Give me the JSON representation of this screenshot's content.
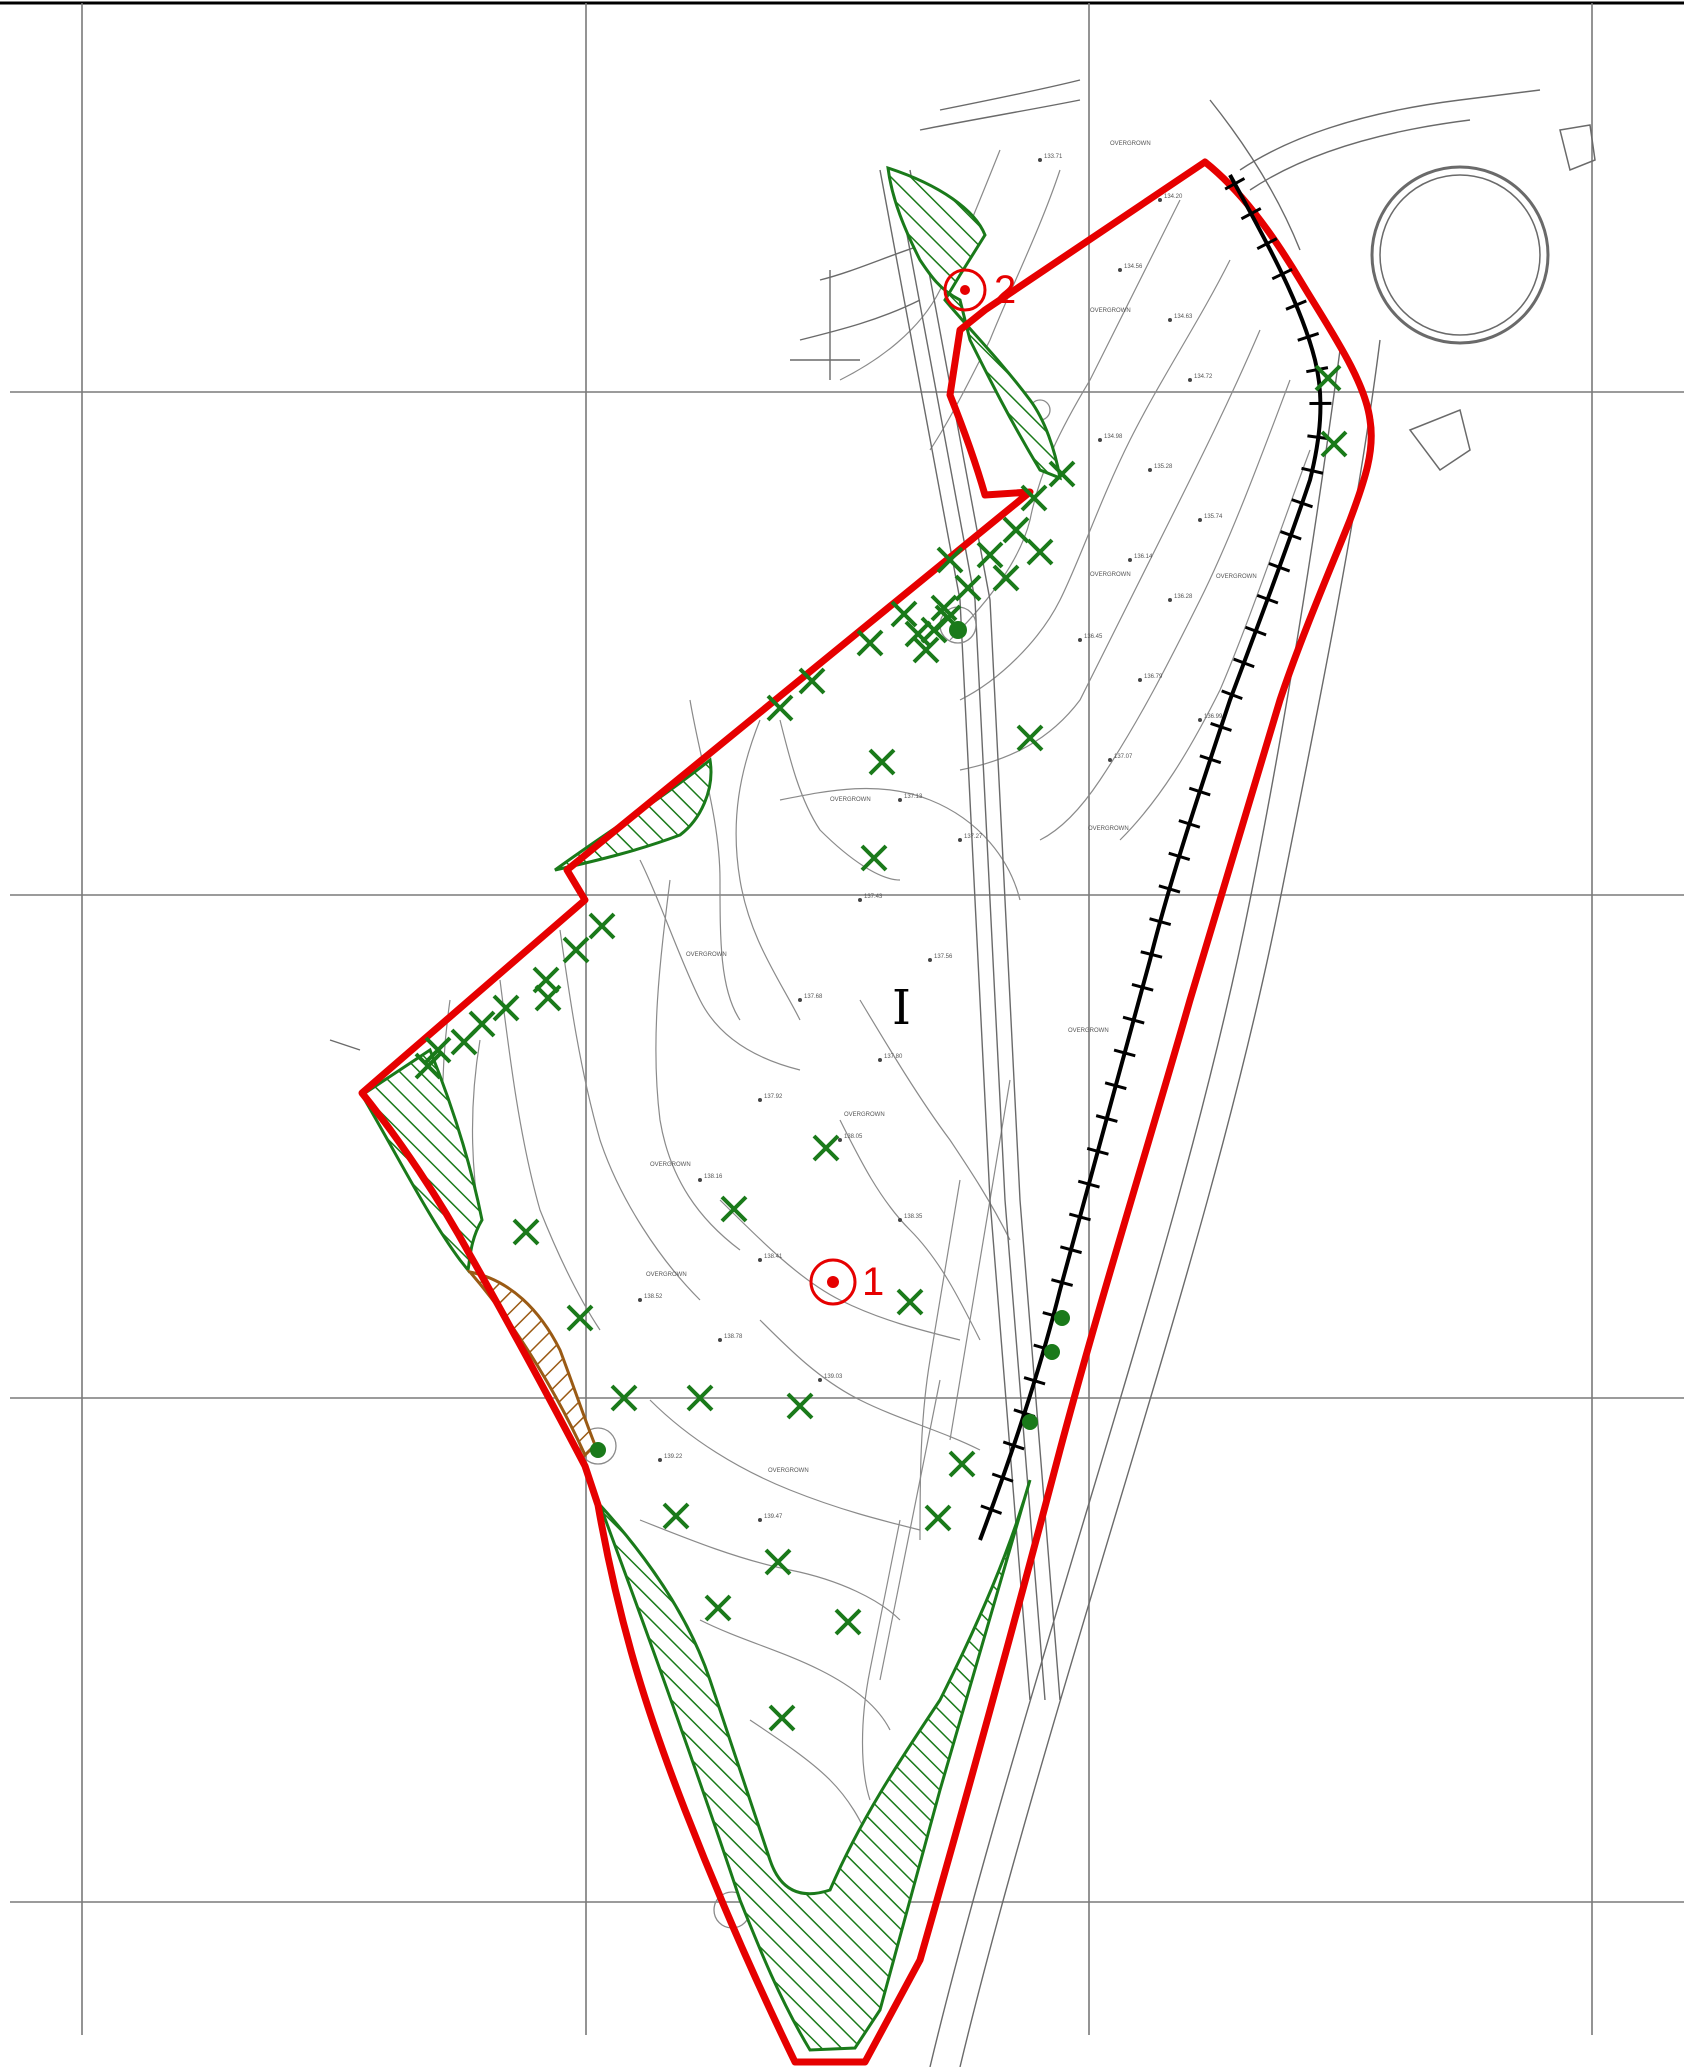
{
  "map": {
    "zone_label": "I",
    "overgrown_label": "OVERGROWN",
    "markers": [
      {
        "id": "marker-1",
        "label": "1"
      },
      {
        "id": "marker-2",
        "label": "2"
      }
    ],
    "colors": {
      "boundary": "#e60000",
      "vegetation": "#1a7a1a",
      "earth_hatch": "#9a5a14",
      "railway": "#000000",
      "grid": "#7a7a7a",
      "contour": "#7a7a7a",
      "road": "#6a6a6a"
    },
    "elevation_labels": [
      "133.71",
      "134.20",
      "134.56",
      "134.63",
      "134.72",
      "134.98",
      "135.28",
      "135.74",
      "136.14",
      "136.28",
      "136.45",
      "136.79",
      "136.99",
      "137.07",
      "137.13",
      "137.27",
      "137.43",
      "137.56",
      "137.68",
      "137.80",
      "137.92",
      "138.05",
      "138.16",
      "138.35",
      "138.41",
      "138.52",
      "138.78",
      "139.03",
      "139.22",
      "139.47"
    ]
  }
}
